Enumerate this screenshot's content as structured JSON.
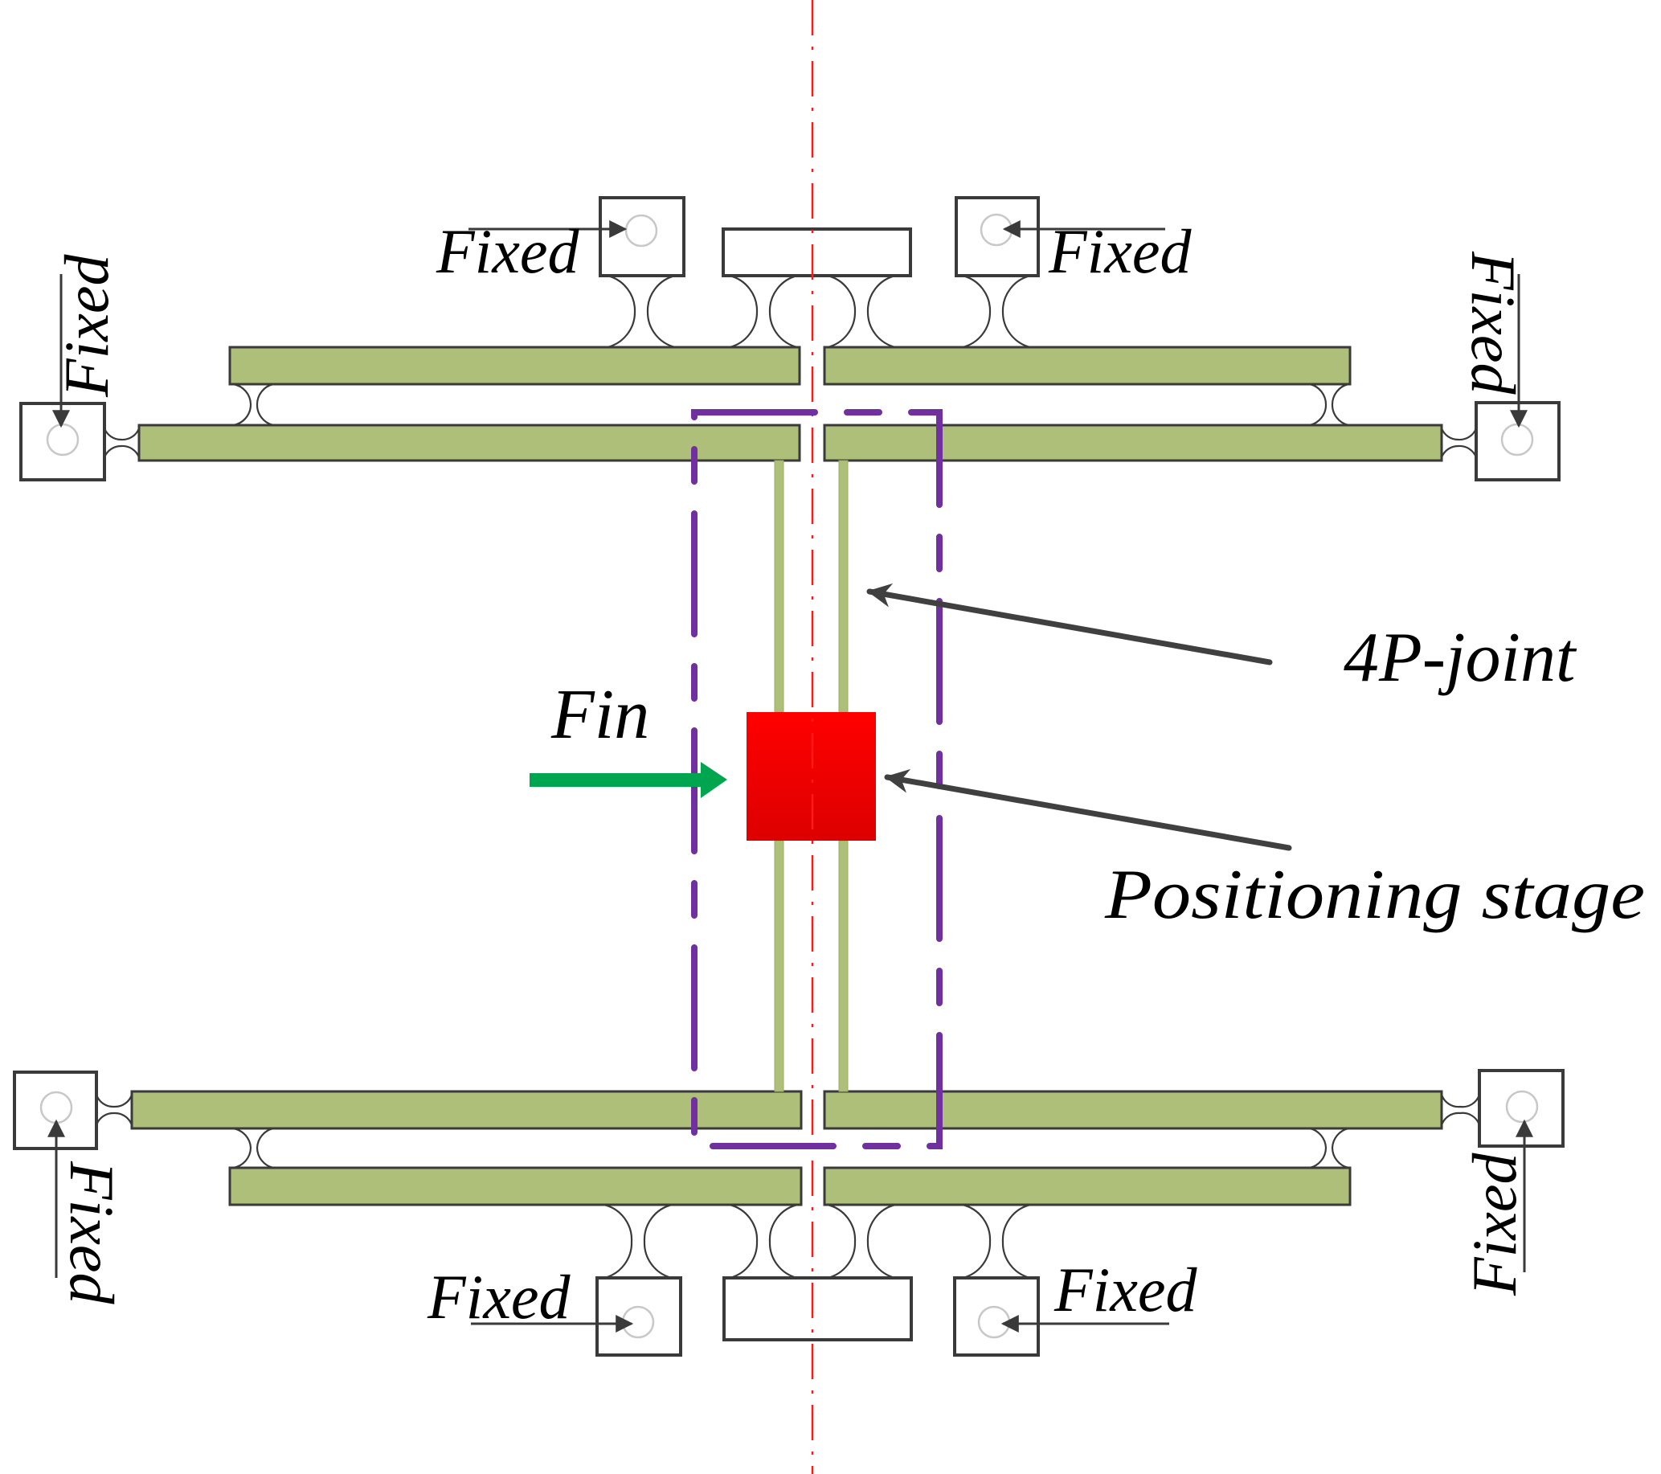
{
  "figure": {
    "description": "Compliant mechanism with 4P-joint and positioning stage",
    "labels": {
      "fixed": "Fixed",
      "input_force": "Fin",
      "joint": "4P-joint",
      "stage": "Positioning stage"
    },
    "fixed_supports": [
      {
        "id": "top-left-outer",
        "label": "Fixed",
        "orientation": "vertical"
      },
      {
        "id": "top-inner-left",
        "label": "Fixed",
        "orientation": "horizontal"
      },
      {
        "id": "top-inner-right",
        "label": "Fixed",
        "orientation": "horizontal"
      },
      {
        "id": "top-right-outer",
        "label": "Fixed",
        "orientation": "vertical"
      },
      {
        "id": "bottom-left-outer",
        "label": "Fixed",
        "orientation": "vertical"
      },
      {
        "id": "bottom-inner-left",
        "label": "Fixed",
        "orientation": "horizontal"
      },
      {
        "id": "bottom-inner-right",
        "label": "Fixed",
        "orientation": "horizontal"
      },
      {
        "id": "bottom-right-outer",
        "label": "Fixed",
        "orientation": "vertical"
      }
    ],
    "colors": {
      "beam_fill": "#adbf78",
      "outline": "#3a3a3a",
      "stage": "#ee0000",
      "force_arrow": "#00a550",
      "region_outline": "#7030a0",
      "symmetry_axis": "#ff1a1a"
    }
  }
}
